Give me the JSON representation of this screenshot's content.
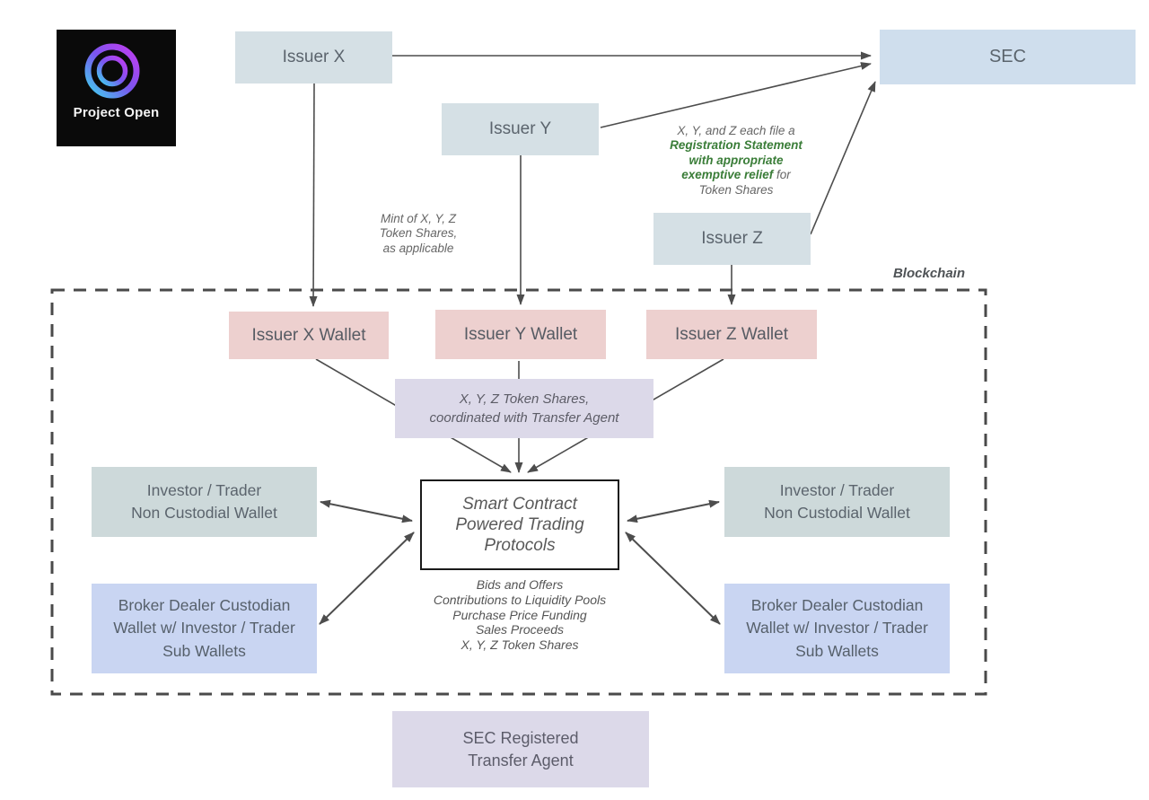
{
  "logo": {
    "brand": "Project Open"
  },
  "colors": {
    "issuer_box": "#d5e0e5",
    "sec_box": "#cfdeed",
    "wallet_box": "#edd0cf",
    "token_box": "#dcd9e9",
    "investor_box": "#cdd9da",
    "broker_box": "#c9d5f2",
    "transfer_box": "#dcd9e9",
    "line": "#4d4d4d",
    "green_accent": "#3a7d38",
    "logo_gradient_start": "#3fd4f0",
    "logo_gradient_end": "#c43df0"
  },
  "nodes": {
    "issuer_x": "Issuer X",
    "issuer_y": "Issuer Y",
    "issuer_z": "Issuer Z",
    "sec": "SEC",
    "wallet_x": "Issuer X Wallet",
    "wallet_y": "Issuer Y Wallet",
    "wallet_z": "Issuer Z Wallet",
    "token_shares": [
      "X, Y, Z Token Shares,",
      "coordinated with Transfer Agent"
    ],
    "smart_contract": [
      "Smart Contract",
      "Powered Trading",
      "Protocols"
    ],
    "investor": [
      "Investor / Trader",
      "Non Custodial Wallet"
    ],
    "broker": [
      "Broker Dealer Custodian",
      "Wallet w/ Investor / Trader",
      "Sub Wallets"
    ],
    "transfer_agent": [
      "SEC Registered",
      "Transfer Agent"
    ]
  },
  "annotations": {
    "registration": {
      "line1": "X, Y, and Z each file a",
      "line2": "Registration Statement",
      "line3": "with appropriate",
      "line4_green": "exemptive relief",
      "line4_gray": " for",
      "line5": "Token Shares"
    },
    "mint": [
      "Mint of X, Y, Z",
      "Token Shares,",
      "as applicable"
    ],
    "blockchain": "Blockchain",
    "flows": [
      "Bids and Offers",
      "Contributions to Liquidity Pools",
      "Purchase Price Funding",
      "Sales Proceeds",
      "X, Y, Z Token Shares"
    ]
  }
}
